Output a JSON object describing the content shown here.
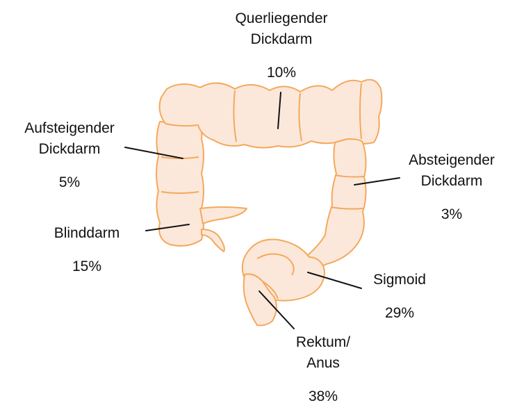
{
  "diagram": {
    "colors": {
      "colon_fill": "#fce8da",
      "colon_outline": "#f4a85c",
      "leader_line": "#111111",
      "text": "#111111"
    },
    "regions": [
      {
        "id": "querliegender",
        "name_line1": "Querliegender",
        "name_line2": "Dickdarm",
        "percent": "10%"
      },
      {
        "id": "aufsteigender",
        "name_line1": "Aufsteigender",
        "name_line2": "Dickdarm",
        "percent": "5%"
      },
      {
        "id": "absteigender",
        "name_line1": "Absteigender",
        "name_line2": "Dickdarm",
        "percent": "3%"
      },
      {
        "id": "blinddarm",
        "name_line1": "Blinddarm",
        "name_line2": "",
        "percent": "15%"
      },
      {
        "id": "sigmoid",
        "name_line1": "Sigmoid",
        "name_line2": "",
        "percent": "29%"
      },
      {
        "id": "rektum",
        "name_line1": "Rektum/",
        "name_line2": "Anus",
        "percent": "38%"
      }
    ]
  }
}
